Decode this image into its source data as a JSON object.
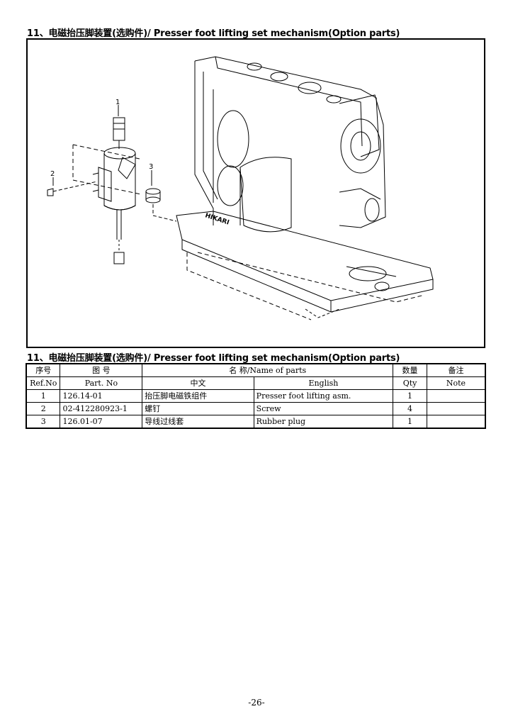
{
  "section": {
    "title": "11、电磁抬压脚装置(选购件)/ Presser foot lifting set mechanism(Option parts)"
  },
  "figure": {
    "callouts": [
      "1",
      "2",
      "3"
    ],
    "brand_mark": "HIKARI"
  },
  "table": {
    "headers": {
      "ref_cn": "序号",
      "ref_en": "Ref.No",
      "part_cn": "图  号",
      "part_en": "Part. No",
      "name": "名    称/Name of parts",
      "name_cn": "中文",
      "name_en": "English",
      "qty_cn": "数量",
      "qty_en": "Qty",
      "note_cn": "备注",
      "note_en": "Note"
    },
    "rows": [
      {
        "ref": "1",
        "part_no": "126.14-01",
        "cn": "抬压脚电磁铁组件",
        "en": "Presser foot lifting asm.",
        "qty": "1",
        "note": ""
      },
      {
        "ref": "2",
        "part_no": "02-412280923-1",
        "cn": "螺钉",
        "en": "Screw",
        "qty": "4",
        "note": ""
      },
      {
        "ref": "3",
        "part_no": "126.01-07",
        "cn": "导线过线套",
        "en": "Rubber plug",
        "qty": "1",
        "note": ""
      }
    ]
  },
  "footer": {
    "page_number": "-26-"
  }
}
